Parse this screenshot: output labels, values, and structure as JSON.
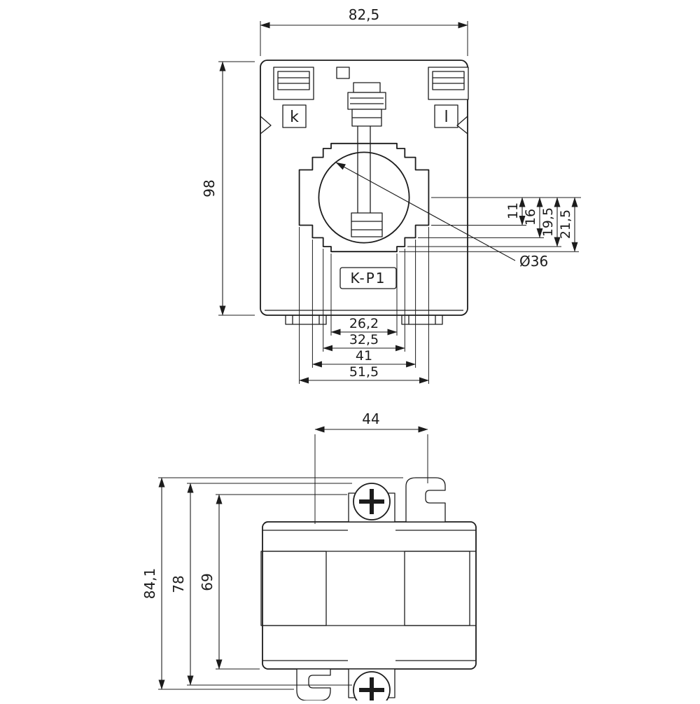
{
  "front_view": {
    "width_mm": "82,5",
    "height_mm": "98",
    "terminal_left_label": "k",
    "terminal_right_label": "l",
    "marking_label": "K-P1",
    "hole_diameter_label": "Ø36",
    "slot_half_heights": [
      "11",
      "16",
      "19,5",
      "21,5"
    ],
    "slot_widths": [
      "26,2",
      "32,5",
      "41",
      "51,5"
    ]
  },
  "side_view": {
    "top_width_mm": "44",
    "heights": [
      "84,1",
      "78",
      "69"
    ]
  },
  "colors": {
    "line": "#1c1c1c",
    "background": "#ffffff"
  }
}
